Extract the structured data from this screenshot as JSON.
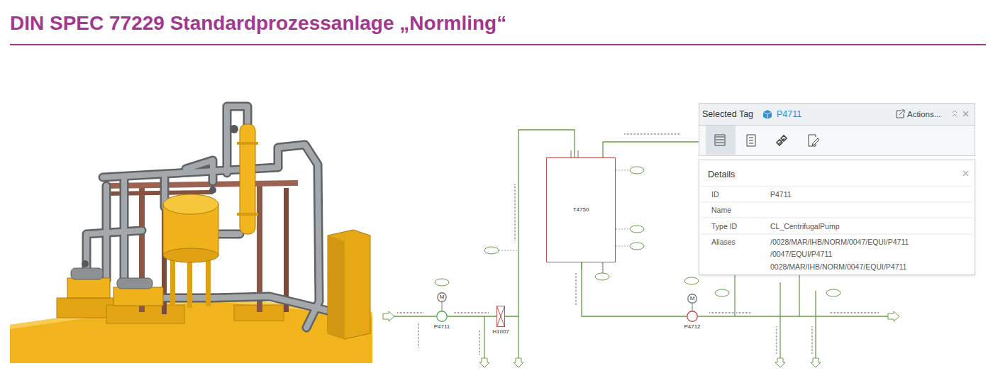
{
  "diagram": {
    "title": "DIN SPEC 77229 Standardprozessanlage „Normling“",
    "nodes": [
      {
        "text": [
          "Selected Tag",
          "P4711",
          "Actions..."
        ]
      },
      {
        "text": [
          "Details"
        ]
      },
      {
        "text": [
          "T4750"
        ]
      },
      {
        "text": [
          "M"
        ]
      },
      {
        "text": [
          "P4711"
        ]
      },
      {
        "text": [
          "H1007"
        ]
      },
      {
        "text": [
          "M"
        ]
      },
      {
        "text": [
          "P4712"
        ]
      }
    ],
    "edges": [
      {
        "from": 3,
        "to": 4,
        "arrow": "none"
      },
      {
        "from": 4,
        "to": 5,
        "arrow": "none"
      },
      {
        "from": 5,
        "to": 2,
        "arrow": "none"
      },
      {
        "from": 2,
        "to": 7,
        "arrow": "none"
      },
      {
        "from": 6,
        "to": 7,
        "arrow": "none"
      }
    ],
    "labels": [
      "ID",
      "P4711",
      "Name",
      "Type ID",
      "CL_CentrifugalPump",
      "Aliases",
      "/0028/MAR/IHB/NORM/0047/EQUI/P4711",
      "/0047/EQUI/P4711",
      "0028/MAR/IHB/NORM/0047/EQUI/P4711"
    ]
  }
}
